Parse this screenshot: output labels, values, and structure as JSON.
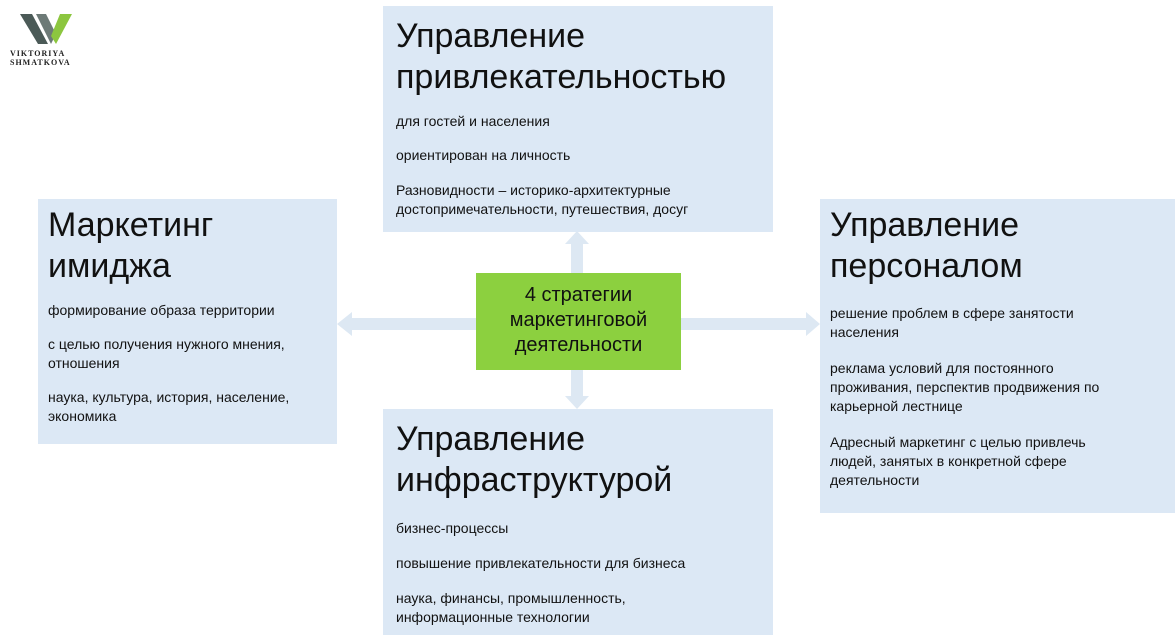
{
  "logo": {
    "line1": "VIKTORIYA",
    "line2": "SHMATKOVA",
    "icon": "v-mark-icon",
    "colors": {
      "dark": "#4b5a57",
      "green": "#8cc63f"
    }
  },
  "center": {
    "line1": "4 стратегии",
    "line2": "маркетинговой",
    "line3": "деятельности",
    "color": "#8cd03f"
  },
  "box_color": "#dce8f5",
  "arrow_color": "#dde8f3",
  "top": {
    "title1": "Управление",
    "title2": "привлекательностью",
    "items": [
      [
        "для гостей и населения"
      ],
      [
        "ориентирован  на личность"
      ],
      [
        "Разновидности  – историко-архитектурные",
        "достопримечательности,  путешествия,  досуг"
      ]
    ]
  },
  "left": {
    "title1": "Маркетинг",
    "title2": "имиджа",
    "items": [
      [
        "формирование  образа территории"
      ],
      [
        "с целью получения  нужного мнения,",
        "отношения"
      ],
      [
        "наука,  культура,  история,  население,",
        "экономика"
      ]
    ]
  },
  "right": {
    "title1": "Управление",
    "title2": "персоналом",
    "items": [
      [
        "решение  проблем  в сфере занятости",
        "населения"
      ],
      [
        "реклама условий  для постоянного",
        "проживания,  перспектив  продвижения  по",
        "карьерной лестнице"
      ],
      [
        "Адресный маркетинг  с целью привлечь",
        "людей,  занятых в конкретной  сфере",
        "деятельности"
      ]
    ]
  },
  "bottom": {
    "title1": "Управление",
    "title2": "инфраструктурой",
    "items": [
      [
        " бизнес-процессы"
      ],
      [
        "повышение  привлекательности  для бизнеса"
      ],
      [
        "наука,  финансы,  промышленность,",
        "информационные  технологии"
      ]
    ]
  }
}
